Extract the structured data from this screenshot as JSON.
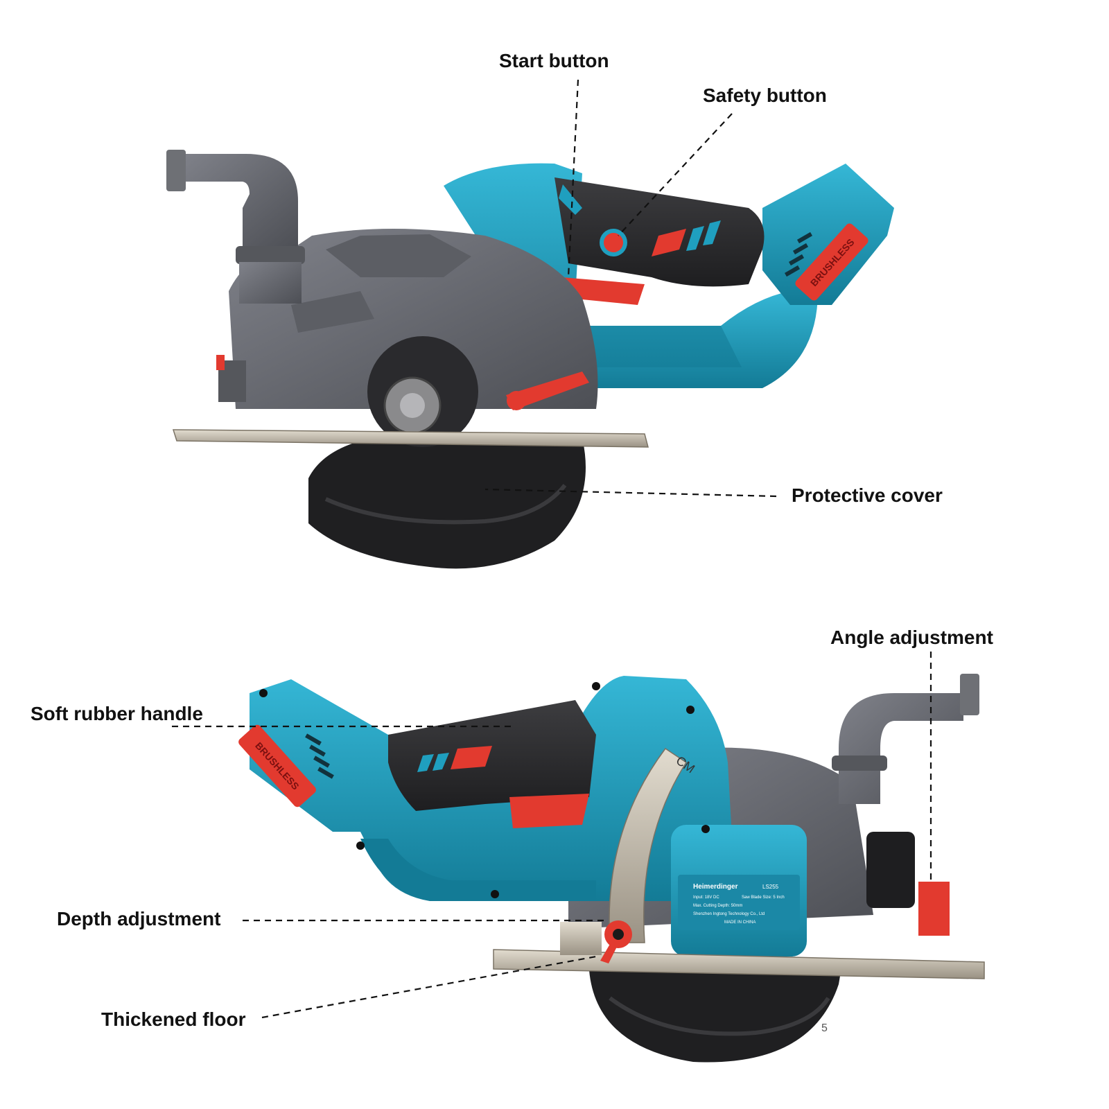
{
  "callouts": {
    "start_button": "Start button",
    "safety_button": "Safety button",
    "protective_cover": "Protective cover",
    "angle_adjustment": "Angle adjustment",
    "soft_rubber_handle": "Soft rubber handle",
    "depth_adjustment": "Depth adjustment",
    "thickened_floor": "Thickened floor"
  },
  "markings": {
    "brand_badge_top": "BRUSHLESS",
    "brand_badge_bottom": "BRUSHLESS",
    "scale_unit": "CM",
    "label_brand": "Heimerdinger",
    "label_model": "LS255",
    "label_input": "Input: 18V DC",
    "label_blade": "Saw Blade Size: 5 Inch",
    "label_depth": "Max. Cutting Depth: 50mm",
    "label_maker": "Shenzhen Ingtong Technology Co., Ltd",
    "label_origin": "MADE IN CHINA",
    "blade_mark": "5"
  },
  "colors": {
    "body_teal": "#1f9fbf",
    "body_teal_dark": "#127a95",
    "grip_dark": "#2c2c2e",
    "guard_grey": "#6b6d70",
    "accent_red": "#e23a2f",
    "steel": "#c9c2b6"
  }
}
